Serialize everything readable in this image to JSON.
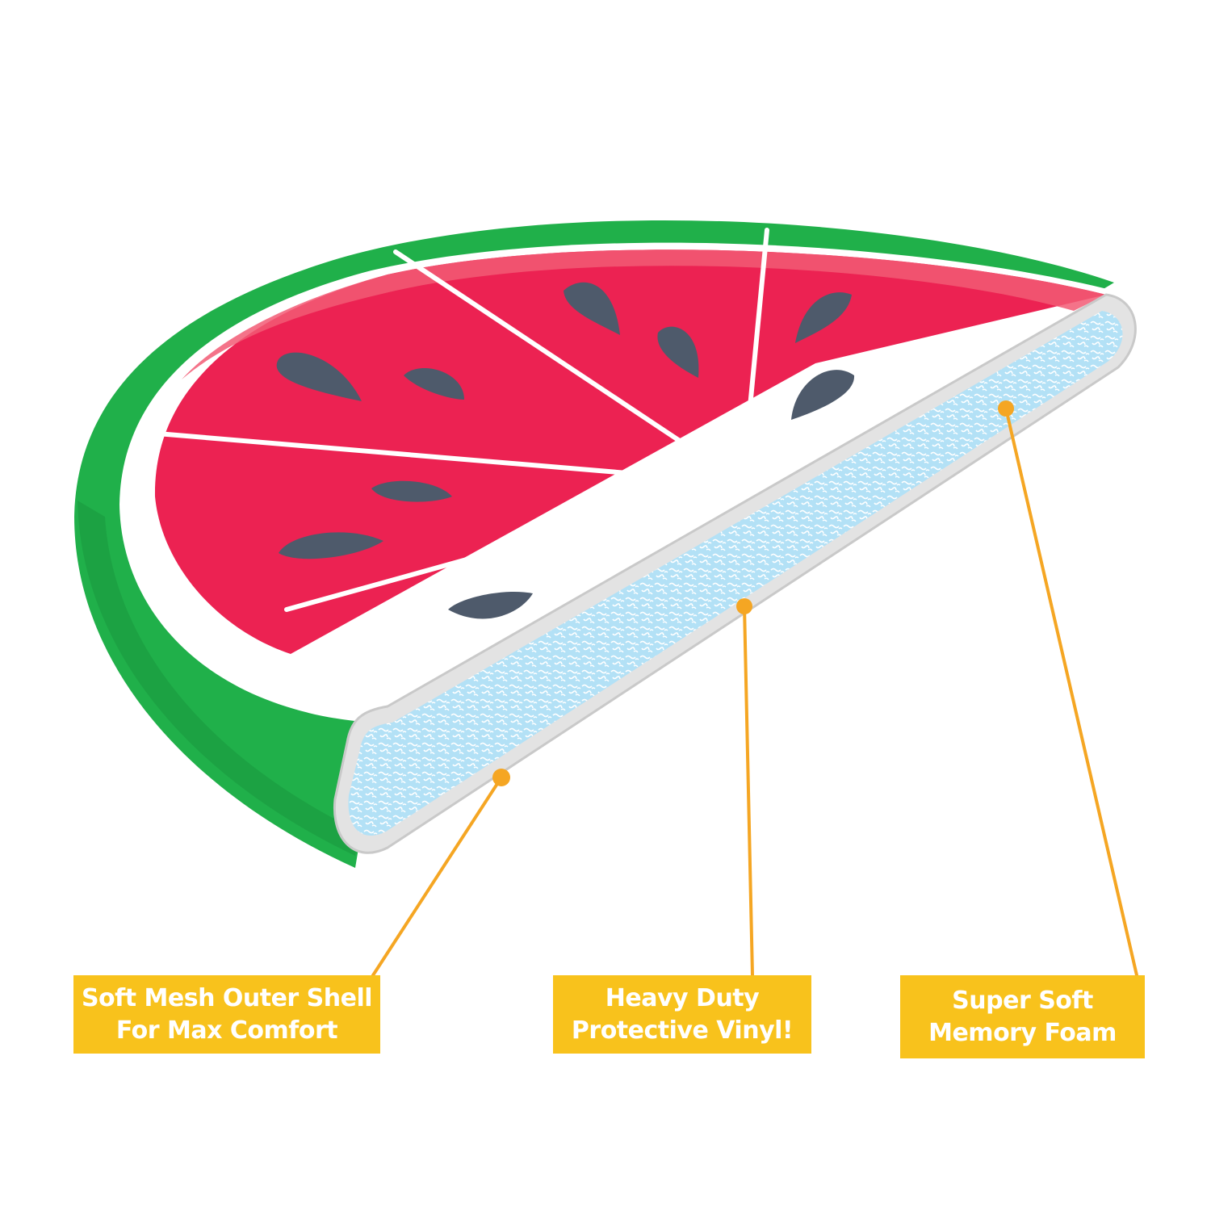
{
  "colors": {
    "rind": "#20b04a",
    "rind_dark": "#138a37",
    "flesh": "#ec2252",
    "flesh_highlight": "#f25a74",
    "seed": "#4e5a6b",
    "foam": "#b3e1f6",
    "edge": "#d8d8d8",
    "callout": "#f8c21c",
    "leader": "#f5a623"
  },
  "callouts": [
    {
      "line1": "Soft Mesh Outer Shell",
      "line2": "For Max Comfort"
    },
    {
      "line1": "Heavy Duty",
      "line2": "Protective Vinyl!"
    },
    {
      "line1": "Super Soft",
      "line2": "Memory Foam"
    }
  ]
}
